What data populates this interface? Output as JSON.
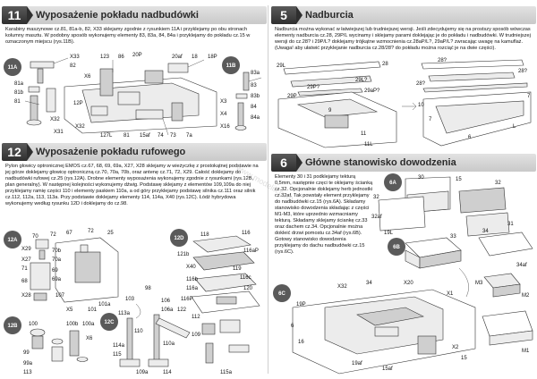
{
  "sections": {
    "s11": {
      "number": "11",
      "title": "Wyposażenie pokładu nadbudówki",
      "text": "Karabiny maszynowe cz.81, 81a-b, 82, X33 sklejamy zgodnie z rysunkiem 11A i przyklejamy po obu stronach kolumny masztu. W podobny sposób wykonujemy elementy 83, 83a, 84, 84a i przyklejamy do pokładu cz.15 w oznaczonym miejscu (rys.11B).",
      "badge_a": "11A",
      "badge_b": "11B",
      "labels": [
        "X33",
        "82",
        "81a",
        "81b",
        "81",
        "X32",
        "X31",
        "123",
        "86",
        "20P",
        "20af",
        "18",
        "18P",
        "X6",
        "12P",
        "X32",
        "127L",
        "81",
        "15af",
        "74",
        "73",
        "7a",
        "83a",
        "83",
        "83b",
        "84",
        "84a",
        "X4",
        "X16",
        "X3"
      ]
    },
    "s12": {
      "number": "12",
      "title": "Wyposażenie pokładu rufowego",
      "text": "Pylon głowicy optronicznej EMOS cz.67, 68, 69, 69a, X27, X28 sklejamy w wieżyczkę z prostokątnej podstawie na jej górze doklejamy głowicę optroniczną cz.70, 70a, 70b, oraz antenę cz.71, 72, X29. Całość doklejamy do nadbudówki rufowej cz.25 (rys.12A). Drobne elementy wyposażenia wykonujemy zgodnie z rysunkami (rys.12B, plan generalny). W następnej kolejności wykonujemy dźwig. Podstawę sklejamy z elementów 109,109a do niej przyklejamy ramię części 110 i elementy paskiem 110a, a od góry przyklejamy podstawę silnika cz.111 oraz silnik cz.112, 112a, 113, 113a. Przy podstawie doklejamy elementy 114, 114a, X40 (rys.12C). Łódź hybrydowa wykonujemy według rysunku 12D i doklejamy do cz.98.",
      "badge_a": "12A",
      "badge_b": "12B",
      "badge_c": "12C",
      "badge_d": "12D",
      "labels": [
        "72",
        "70",
        "67",
        "72",
        "25",
        "X27",
        "X28",
        "70b",
        "70a",
        "71",
        "69",
        "69a",
        "68",
        "X29",
        "118",
        "116",
        "116aP",
        "121b",
        "X40",
        "119",
        "120",
        "116c",
        "116a",
        "116b",
        "116P",
        "122",
        "101",
        "101a",
        "103",
        "106",
        "106a",
        "98",
        "X5",
        "107",
        "100",
        "100b",
        "100a",
        "X6",
        "99",
        "99a",
        "113",
        "113a",
        "112",
        "110",
        "110a",
        "109",
        "109a",
        "114",
        "114a",
        "115",
        "115a"
      ]
    },
    "s5": {
      "number": "5",
      "title": "Nadburcia",
      "text": "Nadburcia można wykonać w łatwiejszej lub trudniejszej wersji. Jeśli zdecydujemy się na prostszy sposób wówczas elementy nadburcia cz.28, 29P/L wycinamy i sklejamy parami doklejając je do pokładu i nadbudówki. W trudniejszej wersji do cz.28? i 29P/L? doklejamy trójkątne wzmocnienia cz.28aP/L?, 29aP/L? zwracając uwagę na kamuflaż. (Uwaga! aby ułatwić przyklejanie nadburcia cz.28/28? do pokładu można rozciąć je na dwie części).",
      "labels": [
        "29L",
        "29P",
        "29P?",
        "28",
        "29L?",
        "29aP?",
        "9",
        "11",
        "11L",
        "28?",
        "28?",
        "28?",
        "7",
        "6",
        "10",
        "7",
        "L"
      ]
    },
    "s6": {
      "number": "6",
      "title": "Główne stanowisko dowodzenia",
      "text": "Elementy 30 i 31 podklejamy tekturą 0,5mm, następnie częci te oklejamy ścianką cz.32. Opcjonalnie doklejamy herb jednostki cz.32af. Tak powstały element przyklejamy do nadbudówki cz.15 (rys.6A). Składamy stanowisko dowodzenia składając z części M1-M3, które uprzednio wzmacniamy tekturą. Składamy sklejamy ściankę cz.33 oraz dachem cz.34. Opcjonalnie można dokleić drzwi pomostu cz.34af (rys.6B). Gotowy stanowisko dowodzenia przyklejamy do dachu nadbudówki cz.15 (rys.6C).",
      "badge_a": "6A",
      "badge_b": "6B",
      "badge_c": "6C",
      "labels": [
        "30",
        "15",
        "32",
        "32",
        "32af",
        "31",
        "19L",
        "33",
        "34",
        "34af",
        "M3",
        "M2",
        "M1",
        "X32",
        "34",
        "X20",
        "X1",
        "X2",
        "15",
        "19P",
        "19af",
        "15af",
        "16",
        "6"
      ]
    }
  },
  "watermark": "www.modelik.com"
}
